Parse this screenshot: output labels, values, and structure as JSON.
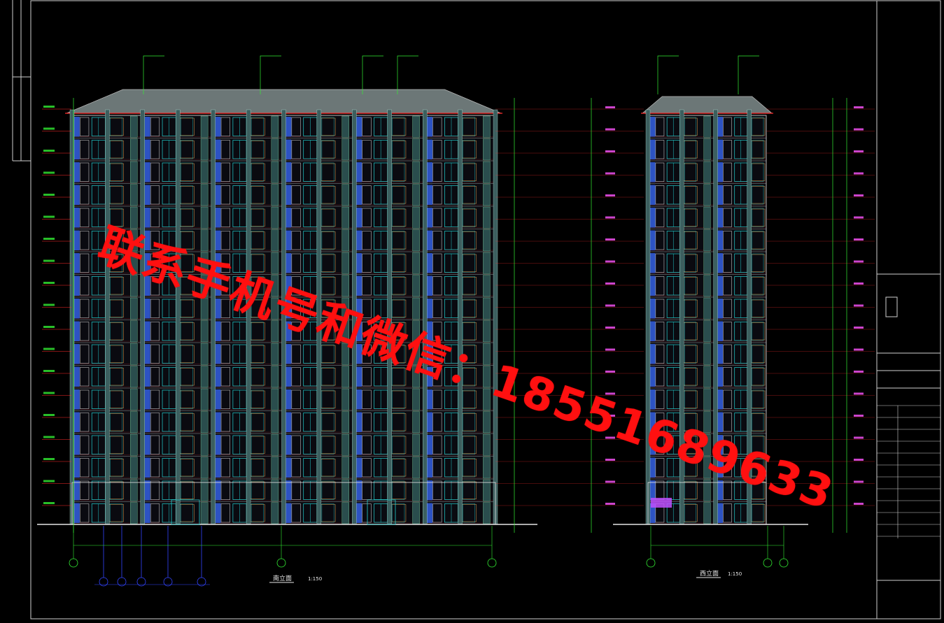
{
  "watermark": {
    "text": "联系手机号和微信：18551689633"
  },
  "views": {
    "south": {
      "title": "南立面",
      "scale": "1:150",
      "floors": 18
    },
    "west": {
      "title": "西立面",
      "scale": "1:150",
      "floors": 18
    }
  },
  "colors": {
    "background": "#000000",
    "lines_white": "#e6e6e6",
    "roof_gray": "#7f8c8c",
    "window_cyan": "#22d0d0",
    "shutter_blue": "#3a6cff",
    "level_red": "#ff2b2b",
    "dim_green": "#33ee33",
    "label_magenta": "#ff55ff",
    "axis_blue": "#3344ff",
    "watermark_red": "#ff1010"
  }
}
